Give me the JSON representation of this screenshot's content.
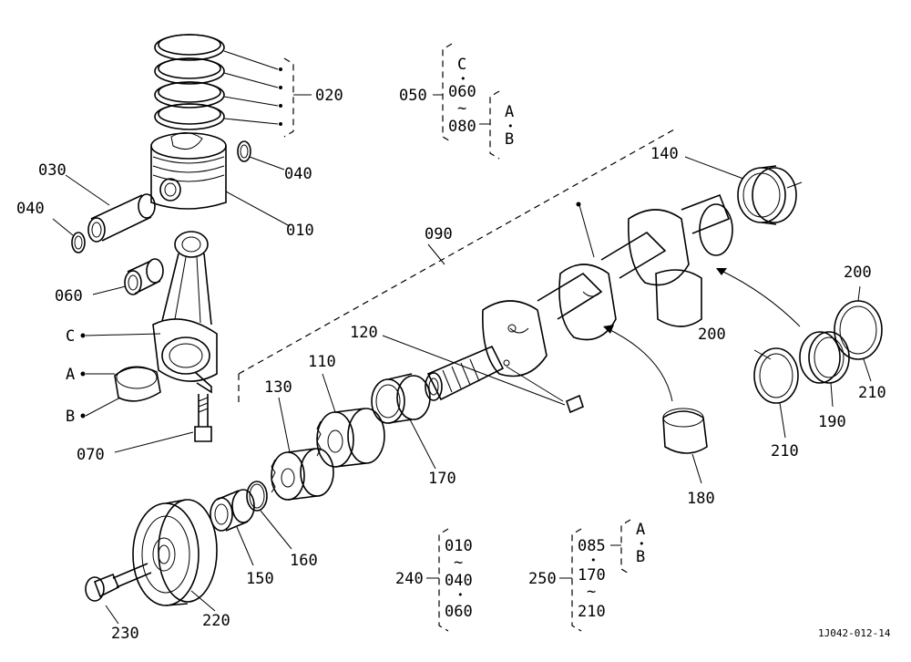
{
  "labels": {
    "l010": "010",
    "l020": "020",
    "l030": "030",
    "l040a": "040",
    "l040b": "040",
    "l050": "050",
    "l060": "060",
    "l070": "070",
    "l090": "090",
    "l110": "110",
    "l120": "120",
    "l130": "130",
    "l140": "140",
    "l150": "150",
    "l160": "160",
    "l170": "170",
    "l180": "180",
    "l190": "190",
    "l200a": "200",
    "l200b": "200",
    "l210a": "210",
    "l210b": "210",
    "l220": "220",
    "l230": "230",
    "l240": "240",
    "l250": "250",
    "lC": "C",
    "lA": "A",
    "lB": "B"
  },
  "group050": {
    "c": "C",
    "dot1": "•",
    "v060": "060",
    "tilde": "~",
    "v080": "080",
    "a": "A",
    "dot2": "•",
    "b": "B"
  },
  "group240": {
    "v010": "010",
    "tilde1": "~",
    "v040": "040",
    "dot": "•",
    "v060": "060"
  },
  "group250": {
    "v085": "085",
    "dot1": "•",
    "v170": "170",
    "tilde": "~",
    "v210": "210",
    "a": "A",
    "dot2": "•",
    "b": "B"
  },
  "drawing_code": "1J042-012-14",
  "ink_color": "#000000"
}
